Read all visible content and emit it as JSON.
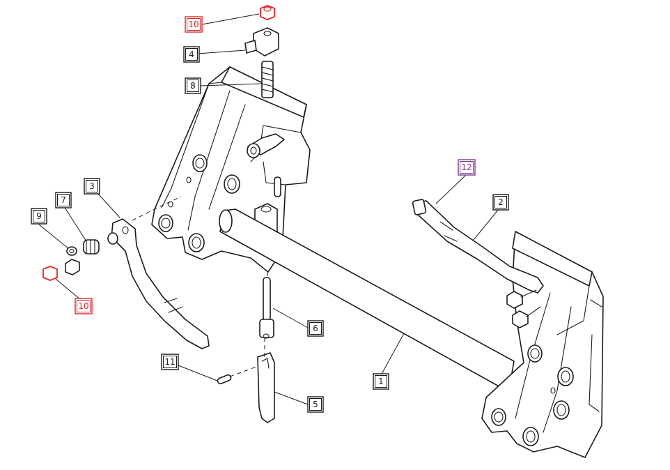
{
  "colors": {
    "line": "#1a1a1a",
    "tag_default": "#1a1a1a",
    "tag_highlight_red": "#e0262b",
    "tag_highlight_purple": "#7a3a8f"
  },
  "callouts": [
    {
      "id": "c10a",
      "label": "10",
      "color": "red"
    },
    {
      "id": "c4",
      "label": "4",
      "color": "default"
    },
    {
      "id": "c8",
      "label": "8",
      "color": "default"
    },
    {
      "id": "c3",
      "label": "3",
      "color": "default"
    },
    {
      "id": "c7",
      "label": "7",
      "color": "default"
    },
    {
      "id": "c9",
      "label": "9",
      "color": "default"
    },
    {
      "id": "c10b",
      "label": "10",
      "color": "red"
    },
    {
      "id": "c12",
      "label": "12",
      "color": "purple"
    },
    {
      "id": "c2",
      "label": "2",
      "color": "default"
    },
    {
      "id": "c6",
      "label": "6",
      "color": "default"
    },
    {
      "id": "c11",
      "label": "11",
      "color": "default"
    },
    {
      "id": "c1",
      "label": "1",
      "color": "default"
    },
    {
      "id": "c5",
      "label": "5",
      "color": "default"
    }
  ]
}
